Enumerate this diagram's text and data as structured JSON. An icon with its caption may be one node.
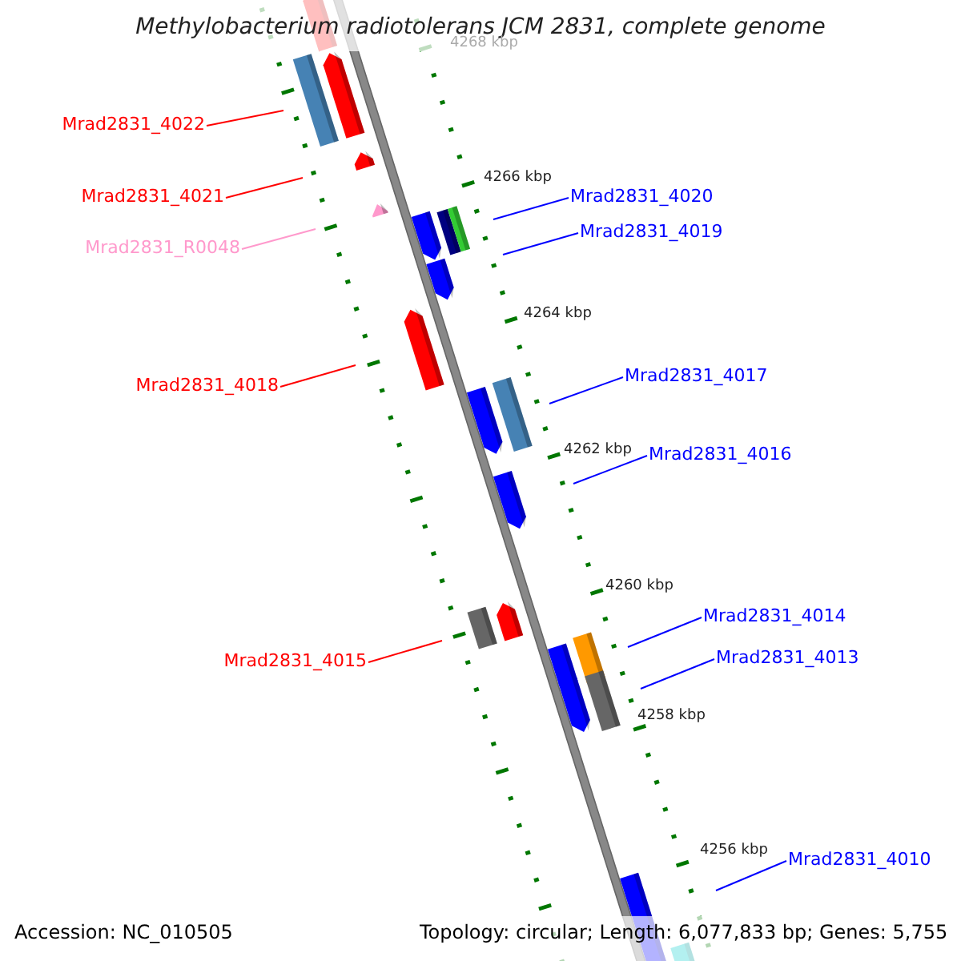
{
  "diagram": {
    "title": "Methylobacterium radiotolerans JCM 2831, complete genome",
    "nodes": [
      {
        "text": [
          "Mrad2831_4022"
        ]
      },
      {
        "text": [
          "Mrad2831_4021"
        ]
      },
      {
        "text": [
          "Mrad2831_4020"
        ]
      },
      {
        "text": [
          "Mrad2831_4019"
        ]
      },
      {
        "text": [
          "Mrad2831_R0048"
        ]
      },
      {
        "text": [
          "Mrad2831_4018"
        ]
      },
      {
        "text": [
          "Mrad2831_4017"
        ]
      },
      {
        "text": [
          "Mrad2831_4016"
        ]
      },
      {
        "text": [
          "Mrad2831_4014"
        ]
      },
      {
        "text": [
          "Mrad2831_4015"
        ]
      },
      {
        "text": [
          "Mrad2831_4013"
        ]
      },
      {
        "text": [
          "Mrad2831_4010"
        ]
      }
    ],
    "edges": [
      {
        "from": 0,
        "to": null,
        "arrow": "none",
        "color": "#ff0000"
      },
      {
        "from": 1,
        "to": null,
        "arrow": "none",
        "color": "#ff0000"
      },
      {
        "from": 2,
        "to": null,
        "arrow": "none"
      },
      {
        "from": 3,
        "to": null,
        "arrow": "none"
      },
      {
        "from": 4,
        "to": null,
        "arrow": "none",
        "color": "#ff99cc"
      },
      {
        "from": 5,
        "to": null,
        "arrow": "none",
        "color": "#ff0000"
      },
      {
        "from": 6,
        "to": null,
        "arrow": "none"
      },
      {
        "from": 7,
        "to": null,
        "arrow": "none"
      },
      {
        "from": 8,
        "to": null,
        "arrow": "none"
      },
      {
        "from": 9,
        "to": null,
        "arrow": "none",
        "color": "#ff0000"
      },
      {
        "from": 10,
        "to": null,
        "arrow": "none"
      },
      {
        "from": 11,
        "to": null,
        "arrow": "none"
      }
    ],
    "labels": [
      "4268 kbp",
      "4266 kbp",
      "4264 kbp",
      "4262 kbp",
      "4260 kbp",
      "4258 kbp",
      "4256 kbp",
      "Accession: NC_010505",
      "Topology: circular; Length: 6,077,833 bp; Genes: 5,755"
    ]
  }
}
